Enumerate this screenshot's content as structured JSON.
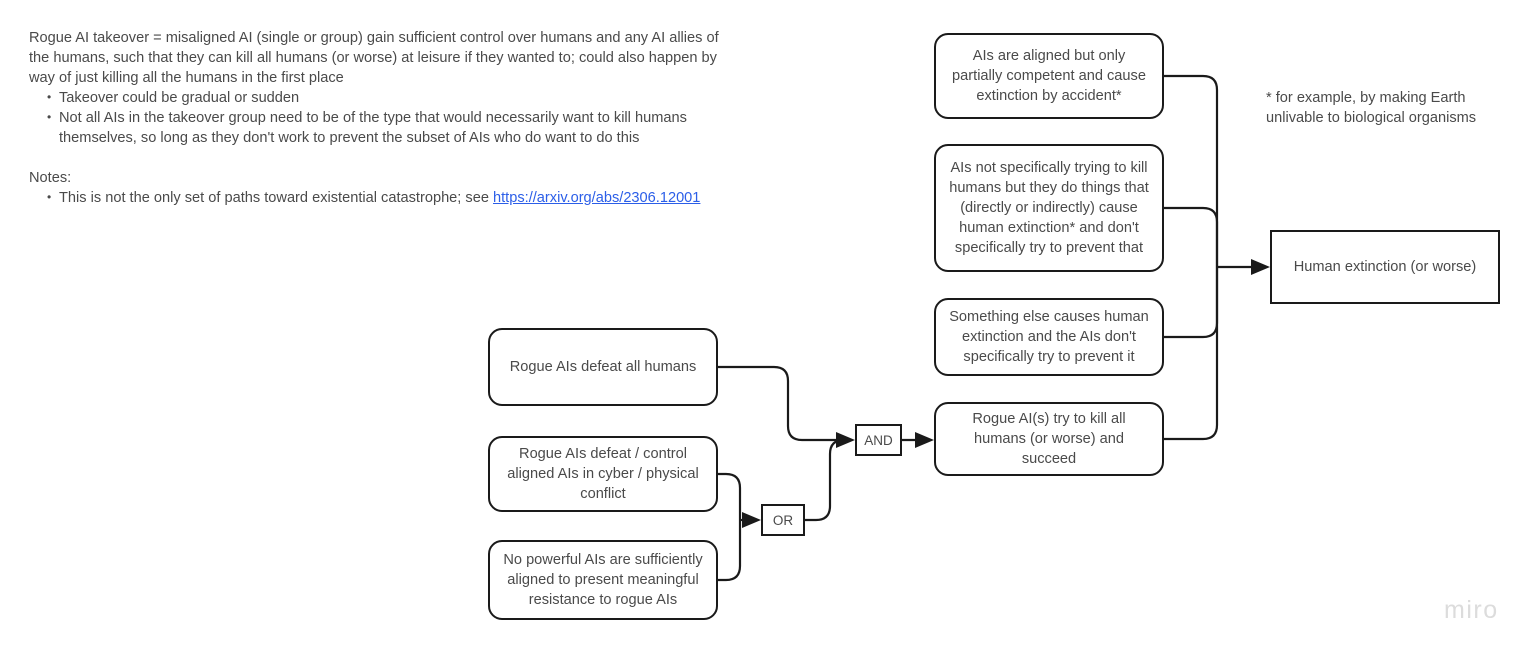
{
  "notes": {
    "paragraph": "Rogue AI takeover = misaligned AI (single or group) gain sufficient control over humans and any AI allies of the humans, such that they can kill all humans (or worse) at leisure if they wanted to; could also happen by way of just killing all the humans in the first place",
    "bullets": [
      "Takeover could be gradual or sudden",
      "Not all AIs in the takeover group need to be of the type that would necessarily want to kill humans themselves, so long as they don't work to prevent the subset of AIs who do want to do this"
    ],
    "notes_heading": "Notes:",
    "notes_bullet_prefix": "This is not the only set of paths toward existential catastrophe; see ",
    "notes_link_text": "https://arxiv.org/abs/2306.12001"
  },
  "footnote": {
    "text": "* for example, by making Earth unlivable to biological organisms"
  },
  "nodes": {
    "accident": "AIs are aligned but only partially competent and cause extinction by accident*",
    "indirect": "AIs not specifically trying to kill humans but they do things that (directly or indirectly) cause human extinction* and don't specifically try to prevent that",
    "something_else": "Something else causes human extinction and the AIs don't specifically try to prevent it",
    "succeed": "Rogue AI(s) try to kill all humans (or worse) and succeed",
    "extinction": "Human extinction (or worse)",
    "defeat_all": "Rogue AIs defeat all humans",
    "cyber": "Rogue AIs defeat / control aligned AIs in cyber / physical conflict",
    "no_powerful": "No powerful AIs are sufficiently aligned to present meaningful resistance to rogue AIs"
  },
  "gates": {
    "and": "AND",
    "or": "OR"
  },
  "watermark": {
    "label": "miro"
  },
  "colors": {
    "stroke": "#1a1a1a",
    "text": "#4a4a4a",
    "link": "#2b5ee8",
    "watermark": "#dcdcdc",
    "background": "#ffffff"
  }
}
